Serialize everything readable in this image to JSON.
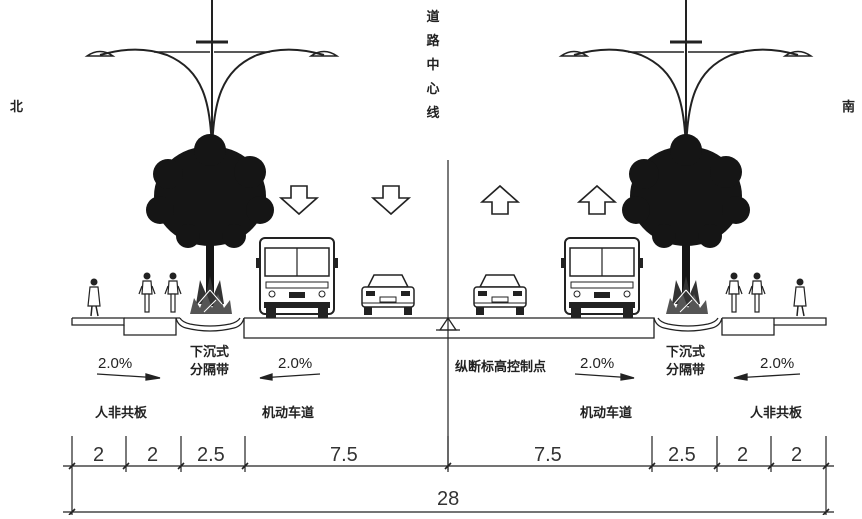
{
  "directions": {
    "north": "北",
    "south": "南"
  },
  "centerline_chars": [
    "道",
    "路",
    "中",
    "心",
    "线"
  ],
  "slopes": {
    "left_walk": "2.0%",
    "left_road": "2.0%",
    "right_road": "2.0%",
    "right_walk": "2.0%"
  },
  "labels": {
    "left_median": [
      "下沉式",
      "分隔带"
    ],
    "right_median": [
      "下沉式",
      "分隔带"
    ],
    "left_walkway": "人非共板",
    "right_walkway": "人非共板",
    "left_carriageway": "机动车道",
    "right_carriageway": "机动车道",
    "control_point": "纵断标高控制点"
  },
  "dimensions": [
    "2",
    "2",
    "2.5",
    "7.5",
    "7.5",
    "2.5",
    "2",
    "2"
  ],
  "total_width": "28",
  "icons": [
    "street-lamp-icon",
    "tree-icon",
    "bus-icon",
    "car-icon",
    "arrow-down-icon",
    "arrow-up-icon",
    "pedestrian-icon",
    "cyclist-icon"
  ]
}
